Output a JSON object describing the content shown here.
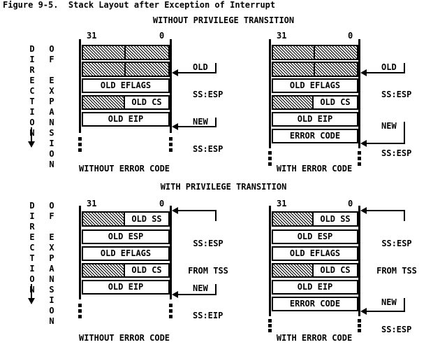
{
  "figure_title": "Figure 9-5.  Stack Layout after Exception of Interrupt",
  "colors": {
    "ink": "#000000",
    "paper": "#ffffff"
  },
  "direction_label": {
    "word1": "DIRECTION",
    "word2": "OF EXPANSION"
  },
  "sections": {
    "top": {
      "heading": "WITHOUT PRIVILEGE TRANSITION",
      "left": {
        "bit_high": "31",
        "bit_low": "0",
        "rows": {
          "eflags": "OLD EFLAGS",
          "cs": "OLD CS",
          "eip": "OLD EIP"
        },
        "caption": "WITHOUT ERROR CODE",
        "old_pointer": {
          "line1": "OLD",
          "line2": "SS:ESP"
        },
        "new_pointer": {
          "line1": "NEW",
          "line2": "SS:ESP"
        }
      },
      "right": {
        "bit_high": "31",
        "bit_low": "0",
        "rows": {
          "eflags": "OLD EFLAGS",
          "cs": "OLD CS",
          "eip": "OLD EIP",
          "error": "ERROR CODE"
        },
        "caption": "WITH ERROR CODE",
        "old_pointer": {
          "line1": "OLD",
          "line2": "SS:ESP"
        },
        "new_pointer": {
          "line1": "NEW",
          "line2": "SS:ESP"
        }
      }
    },
    "bottom": {
      "heading": "WITH PRIVILEGE TRANSITION",
      "left": {
        "bit_high": "31",
        "bit_low": "0",
        "rows": {
          "ss": "OLD SS",
          "esp": "OLD ESP",
          "eflags": "OLD EFLAGS",
          "cs": "OLD CS",
          "eip": "OLD EIP"
        },
        "caption": "WITHOUT ERROR CODE",
        "tss_pointer": {
          "line1": "SS:ESP",
          "line2": "FROM TSS"
        },
        "new_pointer": {
          "line1": "NEW",
          "line2": "SS:EIP"
        }
      },
      "right": {
        "bit_high": "31",
        "bit_low": "0",
        "rows": {
          "ss": "OLD SS",
          "esp": "OLD ESP",
          "eflags": "OLD EFLAGS",
          "cs": "OLD CS",
          "eip": "OLD EIP",
          "error": "ERROR CODE"
        },
        "caption": "WITH ERROR CODE",
        "tss_pointer": {
          "line1": "SS:ESP",
          "line2": "FROM TSS"
        },
        "new_pointer": {
          "line1": "NEW",
          "line2": "SS:ESP"
        }
      }
    }
  }
}
